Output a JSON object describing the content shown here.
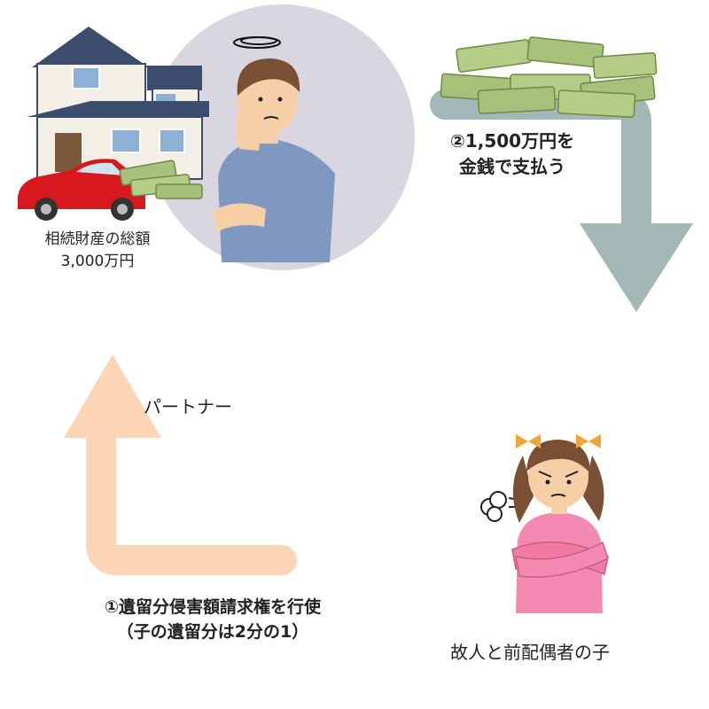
{
  "estate": {
    "line1": "相続財産の総額",
    "line2": "3,000万円"
  },
  "partner": {
    "label": "パートナー"
  },
  "step2": {
    "line1": "②1,500万円を",
    "line2": "金銭で支払う"
  },
  "step1": {
    "line1": "①遺留分侵害額請求権を行使",
    "line2": "（子の遺留分は2分の1）"
  },
  "child": {
    "label": "故人と前配偶者の子"
  },
  "colors": {
    "down_arrow": "#a3b8b6",
    "up_arrow": "#fbd5b5",
    "circle": "#d9d6df",
    "money": "#a7c07a",
    "car": "#d7181e",
    "shirt": "#7f98c2",
    "child_shirt": "#f389b0"
  }
}
